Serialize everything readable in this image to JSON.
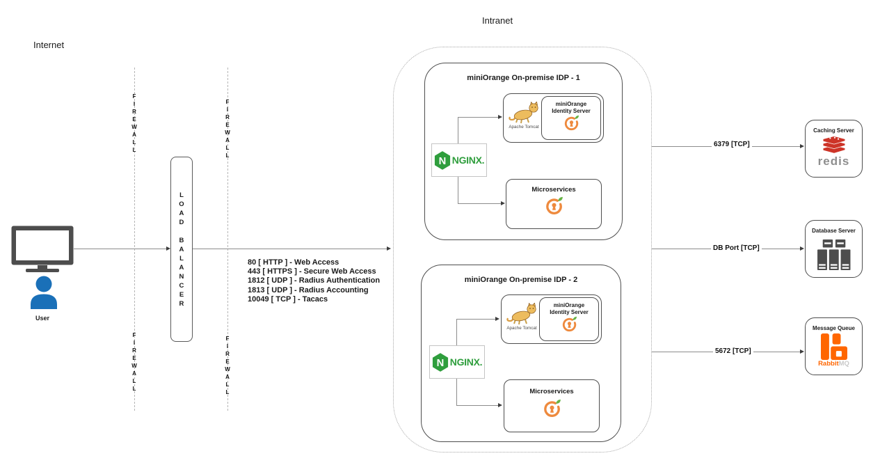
{
  "diagram": {
    "internet_label": "Internet",
    "intranet_label": "Intranet",
    "user_label": "User",
    "firewall_label": "FIREWALL",
    "load_balancer_label": "LOAD BALANCER"
  },
  "protocols": {
    "lines": [
      "80 [ HTTP ] - Web Access",
      "443 [ HTTPS ] - Secure Web Access",
      "1812 [ UDP ] - Radius Authentication",
      "1813 [ UDP ] - Radius Accounting",
      "10049 [ TCP ] - Tacacs"
    ]
  },
  "idp": [
    {
      "title": "miniOrange On-premise IDP - 1",
      "nginx_label": "NGINX.",
      "tomcat_label": "Apache Tomcat",
      "identity_server_label": "miniOrange Identity Server",
      "microservices_label": "Microservices"
    },
    {
      "title": "miniOrange On-premise IDP - 2",
      "nginx_label": "NGINX.",
      "tomcat_label": "Apache Tomcat",
      "identity_server_label": "miniOrange Identity Server",
      "microservices_label": "Microservices"
    }
  ],
  "connections": {
    "caching_port": "6379 [TCP]",
    "database_port": "DB Port [TCP]",
    "message_queue_port": "5672 [TCP]"
  },
  "servers": {
    "caching": {
      "title": "Caching Server",
      "wordmark": "redis"
    },
    "database": {
      "title": "Database Server"
    },
    "message_queue": {
      "title": "Message Queue",
      "wordmark_primary": "Rabbit",
      "wordmark_secondary": "MQ"
    }
  },
  "colors": {
    "nginx_green": "#2f9e3d",
    "miniorange_orange": "#ee8a3e",
    "leaf_green": "#67b346",
    "redis_red": "#cd3428",
    "redis_wordmark_gray": "#8f8f8f",
    "rabbitmq_orange": "#ff6600",
    "user_blue": "#1a70b8",
    "monitor_gray": "#4d4d4d",
    "line_gray": "#8c8c8c"
  }
}
